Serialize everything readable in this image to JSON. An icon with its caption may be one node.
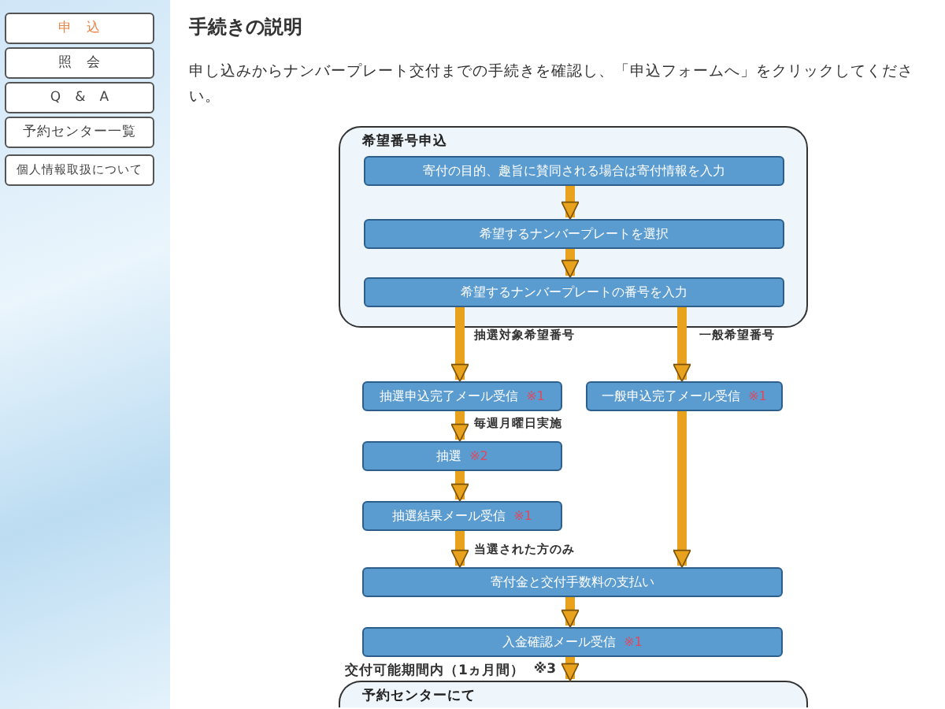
{
  "diagram": {
    "title": "手続きの説明",
    "nodes": [
      {
        "text": [
          "希望番号申込"
        ]
      },
      {
        "text": [
          "寄付の目的、趣旨に賛同される場合は寄付情報を入力"
        ],
        "in": 0
      },
      {
        "text": [
          "希望するナンバープレートを選択"
        ],
        "in": 0
      },
      {
        "text": [
          "希望するナンバープレートの番号を入力"
        ],
        "in": 0
      },
      {
        "text": [
          "抽選申込完了メール受信",
          "※1"
        ]
      },
      {
        "text": [
          "一般申込完了メール受信",
          "※1"
        ]
      },
      {
        "text": [
          "抽選",
          "※2"
        ]
      },
      {
        "text": [
          "抽選結果メール受信",
          "※1"
        ]
      },
      {
        "text": [
          "寄付金と交付手数料の支払い"
        ]
      },
      {
        "text": [
          "入金確認メール受信",
          "※1"
        ]
      },
      {
        "text": [
          "予約センターにて"
        ]
      }
    ],
    "edges": [
      {
        "from": 1,
        "to": 2,
        "arrow": "to"
      },
      {
        "from": 2,
        "to": 3,
        "arrow": "to"
      },
      {
        "from": 3,
        "to": 4,
        "arrow": "to",
        "label": "抽選対象希望番号"
      },
      {
        "from": 3,
        "to": 5,
        "arrow": "to",
        "label": "一般希望番号"
      },
      {
        "from": 4,
        "to": 6,
        "arrow": "to",
        "label": "毎週月曜日実施"
      },
      {
        "from": 6,
        "to": 7,
        "arrow": "to"
      },
      {
        "from": 7,
        "to": 8,
        "arrow": "to",
        "label": "当選された方のみ"
      },
      {
        "from": 5,
        "to": 8,
        "arrow": "to"
      },
      {
        "from": 8,
        "to": 9,
        "arrow": "to"
      },
      {
        "from": 9,
        "to": 10,
        "arrow": "to",
        "label": "交付可能期間内（1ヵ月間）"
      }
    ],
    "labels": [
      "申　込",
      "照　会",
      "Q　&　A",
      "予約センター一覧",
      "個人情報取扱について",
      "申し込みからナンバープレート交付までの手続きを確認し、「申込フォームへ」をクリックしてください。",
      "※3"
    ]
  }
}
